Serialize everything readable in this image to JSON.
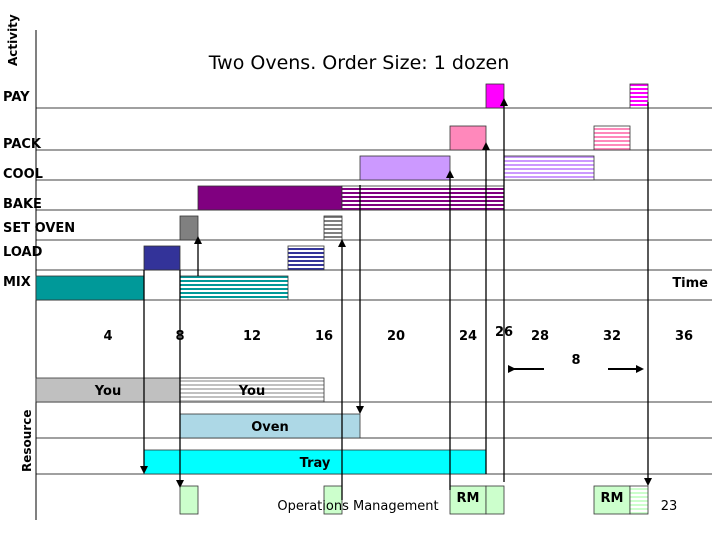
{
  "title": "Two Ovens.  Order Size: 1 dozen",
  "footer": {
    "course": "Operations Management",
    "page": "23"
  },
  "chart_data": {
    "type": "gantt",
    "x_label": "Time",
    "x_ticks": [
      4,
      8,
      12,
      16,
      20,
      24,
      28,
      32,
      36
    ],
    "special_tick": 26,
    "xlim": [
      0,
      37
    ],
    "interval_annotation": {
      "from": 26,
      "to": 34,
      "label": "8"
    },
    "activity_axis_label": "Activity",
    "resource_axis_label": "Resource",
    "activities": [
      {
        "name": "PAY",
        "color": "#ff00ff",
        "tasks": [
          {
            "start": 25,
            "end": 26,
            "pattern": "solid"
          },
          {
            "start": 33,
            "end": 34,
            "pattern": "striped"
          }
        ]
      },
      {
        "name": "PACK",
        "color": "#ff88bb",
        "tasks": [
          {
            "start": 23,
            "end": 25,
            "pattern": "solid"
          },
          {
            "start": 31,
            "end": 33,
            "pattern": "striped"
          }
        ]
      },
      {
        "name": "COOL",
        "color": "#cc99ff",
        "tasks": [
          {
            "start": 18,
            "end": 23,
            "pattern": "solid"
          },
          {
            "start": 26,
            "end": 31,
            "pattern": "striped"
          }
        ]
      },
      {
        "name": "BAKE",
        "color": "#800080",
        "tasks": [
          {
            "start": 9,
            "end": 17,
            "pattern": "solid"
          },
          {
            "start": 17,
            "end": 26,
            "pattern": "striped"
          }
        ]
      },
      {
        "name": "SET OVEN",
        "color": "#808080",
        "tasks": [
          {
            "start": 8,
            "end": 9,
            "pattern": "solid"
          },
          {
            "start": 16,
            "end": 17,
            "pattern": "striped"
          }
        ]
      },
      {
        "name": "LOAD",
        "color": "#333399",
        "tasks": [
          {
            "start": 6,
            "end": 8,
            "pattern": "solid"
          },
          {
            "start": 14,
            "end": 16,
            "pattern": "striped"
          }
        ]
      },
      {
        "name": "MIX",
        "color": "#009999",
        "tasks": [
          {
            "start": 0,
            "end": 6,
            "pattern": "solid"
          },
          {
            "start": 8,
            "end": 14,
            "pattern": "striped"
          }
        ]
      }
    ],
    "resources": [
      {
        "color": "#c0c0c0",
        "tasks": [
          {
            "start": 0,
            "end": 8,
            "pattern": "solid",
            "label": "You"
          },
          {
            "start": 8,
            "end": 16,
            "pattern": "striped",
            "label": "You"
          }
        ]
      },
      {
        "color": "#add8e6",
        "tasks": [
          {
            "start": 8,
            "end": 18,
            "pattern": "solid",
            "label": "Oven"
          }
        ]
      },
      {
        "color": "#00ffff",
        "tasks": [
          {
            "start": 6,
            "end": 25,
            "pattern": "solid",
            "label": "Tray"
          }
        ]
      },
      {
        "color": "#ccffcc",
        "tasks": [
          {
            "start": 8,
            "end": 9,
            "pattern": "solid",
            "label": ""
          },
          {
            "start": 16,
            "end": 17,
            "pattern": "solid",
            "label": ""
          },
          {
            "start": 23,
            "end": 25,
            "pattern": "solid",
            "label": "RM"
          },
          {
            "start": 25,
            "end": 26,
            "pattern": "solid",
            "label": ""
          },
          {
            "start": 31,
            "end": 33,
            "pattern": "solid",
            "label": "RM"
          },
          {
            "start": 33,
            "end": 34,
            "pattern": "striped",
            "label": ""
          }
        ]
      }
    ],
    "links": [
      {
        "x": 6,
        "direction": "down"
      },
      {
        "x": 8,
        "direction": "down"
      },
      {
        "x": 9,
        "direction": "up"
      },
      {
        "x": 17,
        "direction": "up"
      },
      {
        "x": 18,
        "direction": "down"
      },
      {
        "x": 23,
        "direction": "up"
      },
      {
        "x": 25,
        "direction": "up"
      },
      {
        "x": 26,
        "direction": "up"
      },
      {
        "x": 34,
        "direction": "down"
      }
    ]
  }
}
